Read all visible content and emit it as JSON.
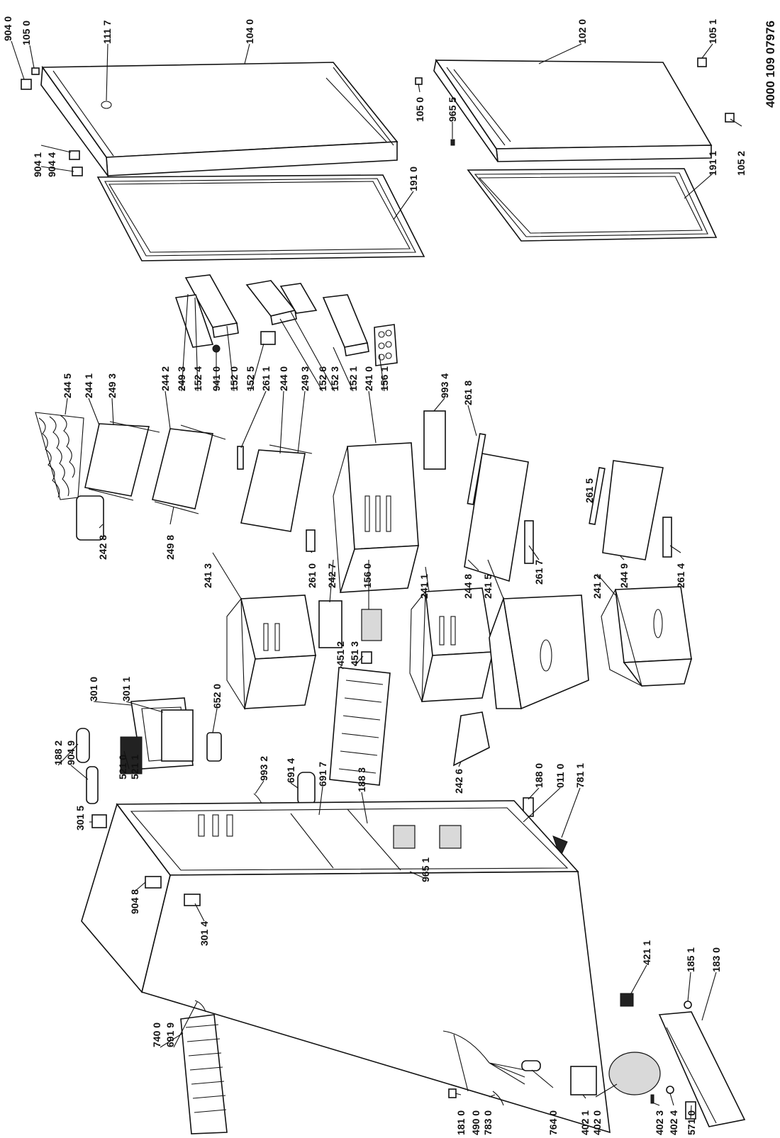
{
  "document_number": "4000 109 07976",
  "labels": {
    "904_0": "904 0",
    "105_0_a": "105 0",
    "111_7": "111 7",
    "104_0": "104 0",
    "904_1": "904 1",
    "904_4": "904 4",
    "191_0": "191 0",
    "102_0": "102 0",
    "105_1": "105 1",
    "105_0_b": "105 0",
    "965_5": "965 5",
    "191_1": "191 1",
    "105_2": "105 2",
    "244_5": "244 5",
    "244_1": "244 1",
    "249_3_a": "249 3",
    "244_2": "244 2",
    "249_3_b": "249 3",
    "152_4": "152 4",
    "941_0": "941 0",
    "152_0": "152 0",
    "152_5": "152 5",
    "261_1": "261 1",
    "244_0": "244 0",
    "249_3_c": "249 3",
    "152_6": "152 6",
    "152_3": "152 3",
    "152_1": "152 1",
    "241_0": "241 0",
    "156_1": "156 1",
    "993_4": "993 4",
    "261_8": "261 8",
    "242_8": "242 8",
    "249_8": "249 8",
    "241_3": "241 3",
    "261_0": "261 0",
    "242_7": "242 7",
    "156_0": "156 0",
    "241_1": "241 1",
    "244_8": "244 8",
    "241_5": "241 5",
    "261_7": "261 7",
    "261_5": "261 5",
    "244_9": "244 9",
    "261_4": "261 4",
    "241_2": "241 2",
    "301_0": "301 0",
    "301_1": "301 1",
    "652_0": "652 0",
    "188_2": "188 2",
    "904_9": "904 9",
    "521_0": "521 0",
    "521_1": "521 1",
    "451_2": "451 2",
    "451_3": "451 3",
    "993_2": "993 2",
    "691_4": "691 4",
    "691_7": "691 7",
    "188_3": "188 3",
    "242_6": "242 6",
    "188_0": "188 0",
    "011_0": "011 0",
    "781_1": "781 1",
    "301_5": "301 5",
    "965_1": "965 1",
    "904_8": "904 8",
    "301_4": "301 4",
    "421_1": "421 1",
    "185_1": "185 1",
    "183_0": "183 0",
    "740_0": "740 0",
    "691_9": "691 9",
    "181_0": "181 0",
    "490_0": "490 0",
    "783_0": "783 0",
    "764_0": "764 0",
    "402_1": "402 1",
    "402_0": "402 0",
    "402_3": "402 3",
    "402_4": "402 4",
    "571_0": "571 0"
  }
}
